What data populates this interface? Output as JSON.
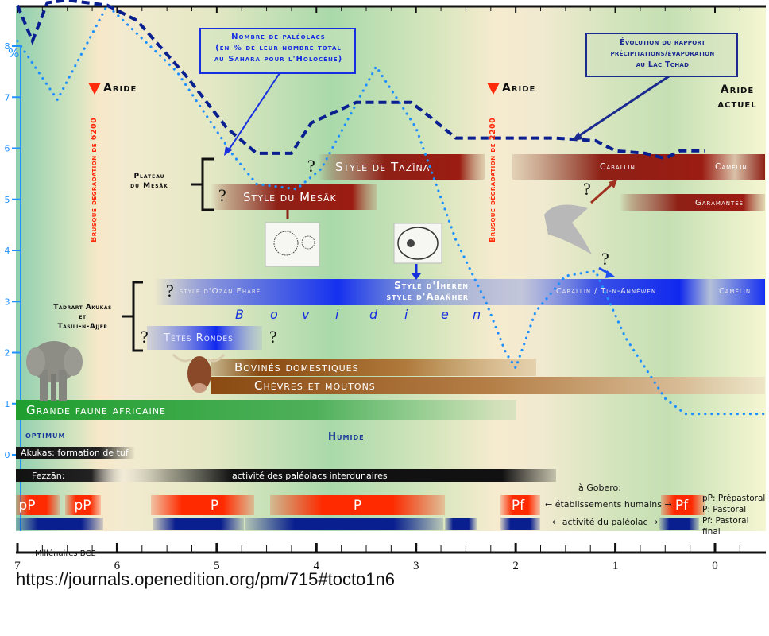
{
  "chart_data": {
    "type": "diagram-timeline",
    "title": "",
    "xlabel": "Millénaires BCE",
    "x_range": [
      7,
      -0.5
    ],
    "x_ticks": [
      "7",
      "6",
      "5",
      "4",
      "3",
      "2",
      "1",
      "0"
    ],
    "left_axis": {
      "label": "%",
      "ticks": [
        "0",
        "1",
        "2",
        "3",
        "4",
        "5",
        "6",
        "7",
        "8"
      ],
      "color": "#1e90ff"
    },
    "series": [
      {
        "name": "Nombre de paléolacs (en % de leur nombre total au Sahara pour l'Holocène)",
        "style": "dotted",
        "color": "#1e90ff",
        "points": [
          [
            7,
            8.1
          ],
          [
            6.6,
            6.95
          ],
          [
            6.1,
            8.8
          ],
          [
            5.4,
            7.5
          ],
          [
            4.85,
            5.9
          ],
          [
            4.6,
            5.3
          ],
          [
            4.2,
            5.2
          ],
          [
            3.95,
            5.6
          ],
          [
            3.4,
            7.6
          ],
          [
            3,
            6.4
          ],
          [
            2.6,
            4.2
          ],
          [
            2.3,
            3.0
          ],
          [
            2.1,
            2.0
          ],
          [
            2.0,
            1.7
          ],
          [
            1.8,
            2.8
          ],
          [
            1.5,
            3.5
          ],
          [
            1.2,
            3.6
          ],
          [
            0.9,
            2.3
          ],
          [
            0.5,
            1.1
          ],
          [
            0.3,
            0.8
          ],
          [
            -0.5,
            0.8
          ]
        ]
      },
      {
        "name": "Évolution du rapport précipitations/évaporation au Lac Tchad",
        "style": "dashed",
        "color": "#0a1f8f",
        "points": [
          [
            7,
            8.8
          ],
          [
            6.85,
            8.1
          ],
          [
            6.7,
            8.85
          ],
          [
            6.5,
            8.9
          ],
          [
            6.1,
            8.8
          ],
          [
            5.8,
            8.5
          ],
          [
            5.3,
            7.4
          ],
          [
            4.9,
            6.4
          ],
          [
            4.6,
            5.9
          ],
          [
            4.25,
            5.9
          ],
          [
            4.05,
            6.5
          ],
          [
            3.6,
            6.9
          ],
          [
            3.05,
            6.9
          ],
          [
            2.85,
            6.6
          ],
          [
            2.6,
            6.2
          ],
          [
            2.2,
            6.2
          ],
          [
            1.6,
            6.2
          ],
          [
            1.2,
            6.15
          ],
          [
            1.0,
            5.95
          ],
          [
            0.7,
            5.9
          ],
          [
            0.5,
            5.8
          ],
          [
            0.35,
            5.95
          ],
          [
            0.1,
            5.95
          ]
        ]
      }
    ]
  },
  "annotations": {
    "box_paleolacs": [
      "Nombre de paléolacs",
      "(en %  de leur nombre total",
      "au Sahara pour l'Holocène)"
    ],
    "box_tchad": [
      "Évolution du rapport",
      "précipitations/évaporation",
      "au Lac Tchad"
    ],
    "aride_6200": "Aride",
    "aride_2200": "Aride",
    "aride_actuel": [
      "Aride",
      "actuel"
    ],
    "vertical_6200": "Brusque dégradation de 6200",
    "vertical_2200": "Brusque dégradation de 2200",
    "optimum": "optimum",
    "humide": "Humide",
    "axis_pct": "%",
    "question": "?"
  },
  "groups": {
    "mesak": [
      "Plateau",
      "du Mesāk"
    ],
    "tadrart": [
      "Tadrart Akukas",
      "et",
      "Tasīli-n-Ajjer"
    ]
  },
  "bars": {
    "tazina": "Style de Tazīna",
    "caballin_top": "Caballin",
    "camelin_top": "Camélin",
    "mesak": "Style du Mesāk",
    "garamantes": "Garamantes",
    "ozan": "style d'Ozan Eharé",
    "iheren1": "Style d'Iheren",
    "iheren2": "style d'Abañher",
    "caballin_ti": "Caballin / Ti-n-Annéwen",
    "camelin_blue": "Camélin",
    "bovidien_letters": [
      "B",
      "o",
      "v",
      "i",
      "d",
      "i",
      "e",
      "n"
    ],
    "tetes": "Têtes Rondes",
    "bovines": "Bovinés domestiques",
    "chevres": "Chèvres et moutons",
    "faune": "Grande faune africaine"
  },
  "rows": {
    "akukas": "Akukas: formation de tuf",
    "fezzan_label": "Fezzān:",
    "fezzan_activity": "activité des paléolacs interdunaires",
    "gobero": "à Gobero:",
    "etablissements": "← établissements humains →",
    "activite_paleolac": "← activité du paléolac →",
    "p_labels": [
      "pP",
      "pP",
      "P",
      "P",
      "Pf",
      "Pf"
    ]
  },
  "legend": [
    "pP: Prépastoral",
    "P: Pastoral",
    "Pf: Pastoral final"
  ],
  "url": "https://journals.openedition.org/pm/715#tocto1n6"
}
